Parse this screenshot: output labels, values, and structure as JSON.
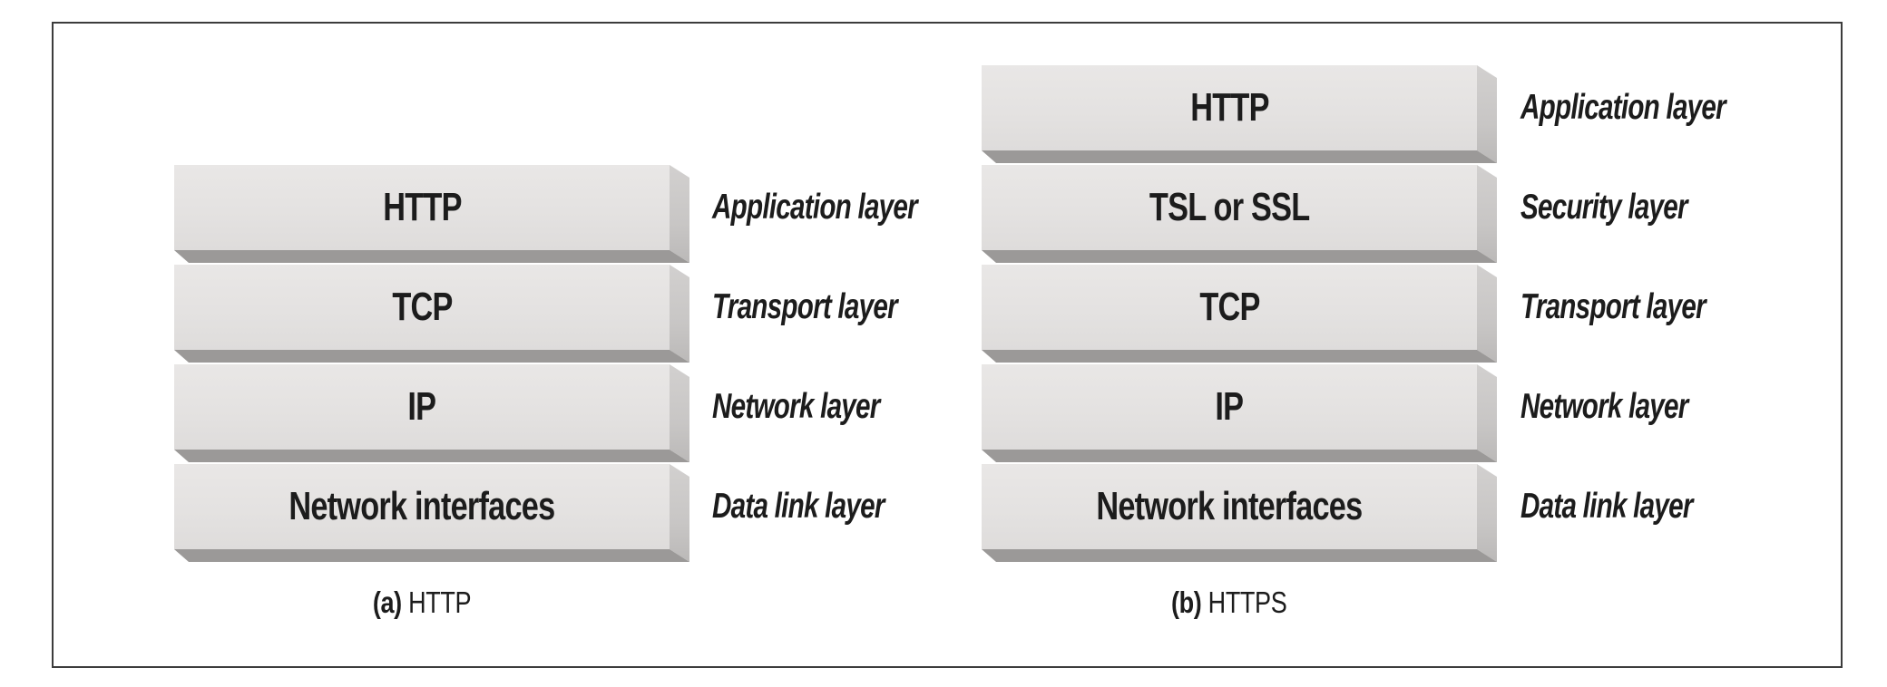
{
  "figure": {
    "description": "Protocol stack comparison of HTTP and HTTPS",
    "stacks": [
      {
        "id": "a",
        "caption_prefix": "(a)",
        "caption_label": "HTTP",
        "layers": [
          {
            "protocol": "HTTP",
            "layer": "Application layer"
          },
          {
            "protocol": "TCP",
            "layer": "Transport layer"
          },
          {
            "protocol": "IP",
            "layer": "Network layer"
          },
          {
            "protocol": "Network interfaces",
            "layer": "Data link layer"
          }
        ]
      },
      {
        "id": "b",
        "caption_prefix": "(b)",
        "caption_label": "HTTPS",
        "layers": [
          {
            "protocol": "HTTP",
            "layer": "Application layer"
          },
          {
            "protocol": "TSL or SSL",
            "layer": "Security layer"
          },
          {
            "protocol": "TCP",
            "layer": "Transport layer"
          },
          {
            "protocol": "IP",
            "layer": "Network layer"
          },
          {
            "protocol": "Network interfaces",
            "layer": "Data link layer"
          }
        ]
      }
    ],
    "colors": {
      "box_face": "#e5e3e2",
      "box_side": "#cac8c7",
      "box_bottom": "#9b9998",
      "frame_border": "#3c3c3c",
      "text": "#1c1c1c",
      "background": "#ffffff"
    }
  }
}
